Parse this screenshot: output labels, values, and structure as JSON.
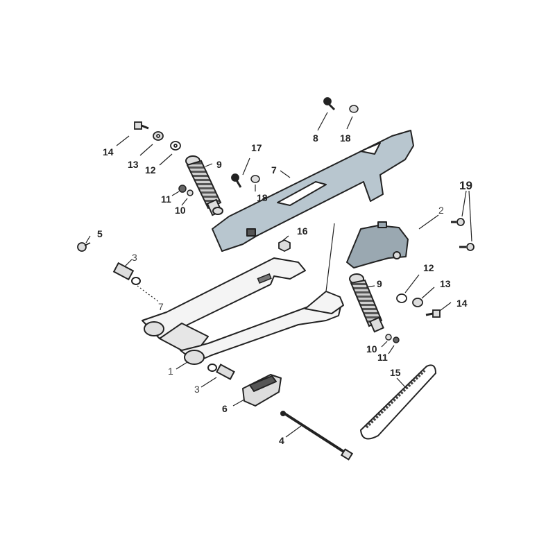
{
  "colors": {
    "line": "#222222",
    "cover_fill": "#b8c6cf",
    "guard_fill": "#9aa8b1",
    "metal_fill": "#d9d9d9",
    "spring_fill": "#8a8a8a",
    "dark": "#333333"
  },
  "callouts": {
    "c1": "1",
    "c2": "2",
    "c3a": "3",
    "c3b": "3",
    "c4": "4",
    "c5": "5",
    "c6": "6",
    "c7a": "7",
    "c7b": "7",
    "c8": "8",
    "c9a": "9",
    "c9b": "9",
    "c10a": "10",
    "c10b": "10",
    "c11a": "11",
    "c11b": "11",
    "c12a": "12",
    "c12b": "12",
    "c13a": "13",
    "c13b": "13",
    "c14a": "14",
    "c14b": "14",
    "c15": "15",
    "c16": "16",
    "c17": "17",
    "c18a": "18",
    "c18b": "18",
    "c19": "19"
  }
}
